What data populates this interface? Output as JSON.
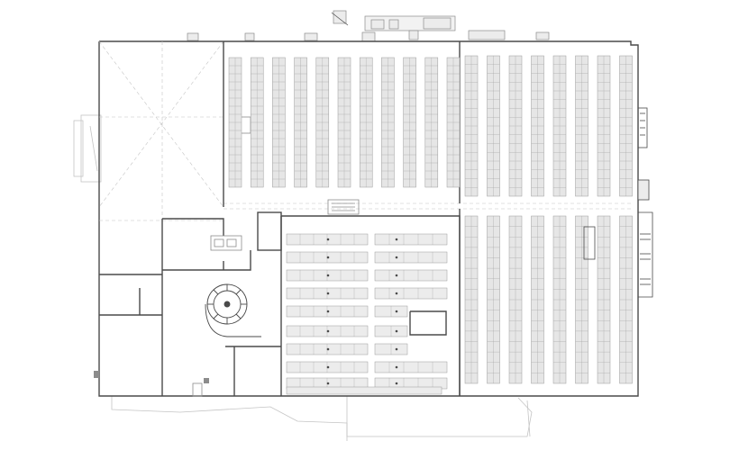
{
  "drawing": {
    "type": "architectural floor plan",
    "colors": {
      "background": "#ffffff",
      "wall": "#4a4a4a",
      "line": "#8c8c8c",
      "faint": "#c4c4c4",
      "rack": "#e6e6e6",
      "rack_stroke": "#9a9a9a",
      "shelf": "#ececec"
    },
    "stair_icon": "spiral-stair",
    "rack_cells_per_row": 8
  }
}
